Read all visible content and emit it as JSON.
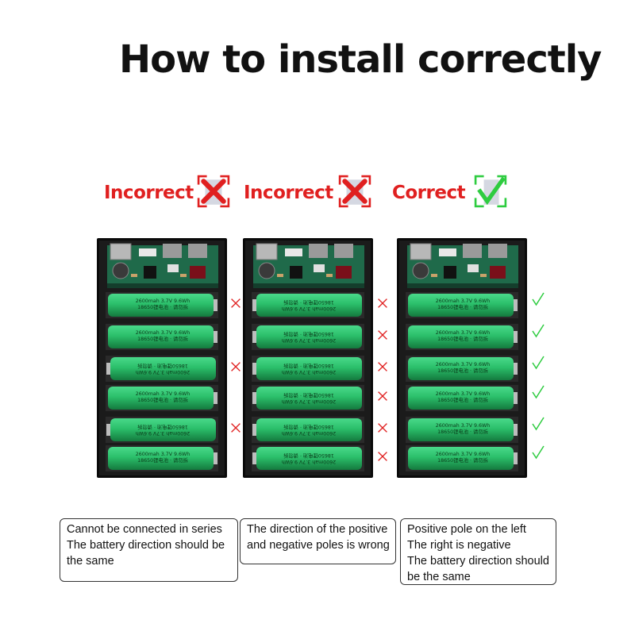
{
  "title": "How to install correctly",
  "panels": [
    {
      "label": "Incorrect",
      "status": "incorrect",
      "badge": "cross",
      "cells": [
        {
          "orientation": "normal",
          "mark": "cross"
        },
        {
          "orientation": "normal",
          "mark": "none"
        },
        {
          "orientation": "flipped",
          "mark": "cross"
        },
        {
          "orientation": "normal",
          "mark": "none"
        },
        {
          "orientation": "flipped",
          "mark": "cross"
        },
        {
          "orientation": "normal",
          "mark": "none"
        }
      ],
      "description": [
        "Cannot be connected in series",
        "The battery direction should be",
        "the same"
      ]
    },
    {
      "label": "Incorrect",
      "status": "incorrect",
      "badge": "cross",
      "cells": [
        {
          "orientation": "flipped",
          "mark": "cross"
        },
        {
          "orientation": "flipped",
          "mark": "cross"
        },
        {
          "orientation": "flipped",
          "mark": "cross"
        },
        {
          "orientation": "flipped",
          "mark": "cross"
        },
        {
          "orientation": "flipped",
          "mark": "cross"
        },
        {
          "orientation": "flipped",
          "mark": "cross"
        }
      ],
      "description": [
        "The direction of the positive",
        "and negative poles is wrong"
      ]
    },
    {
      "label": "Correct",
      "status": "correct",
      "badge": "check",
      "cells": [
        {
          "orientation": "normal",
          "mark": "check"
        },
        {
          "orientation": "normal",
          "mark": "check"
        },
        {
          "orientation": "normal",
          "mark": "check"
        },
        {
          "orientation": "normal",
          "mark": "check"
        },
        {
          "orientation": "normal",
          "mark": "check"
        },
        {
          "orientation": "normal",
          "mark": "check"
        }
      ],
      "description": [
        "Positive pole on the left",
        "The right is negative",
        "The battery direction should",
        " be the same"
      ]
    }
  ],
  "cell_text": {
    "line1": "2600mah  3.7V  9.6Wh",
    "line2": "18650锂电池 · 请勿拆"
  },
  "colors": {
    "cell_green": "#2bbf6a",
    "cross_red": "#e02020",
    "check_green": "#2ecc40",
    "pack_black": "#1b1b1b"
  }
}
